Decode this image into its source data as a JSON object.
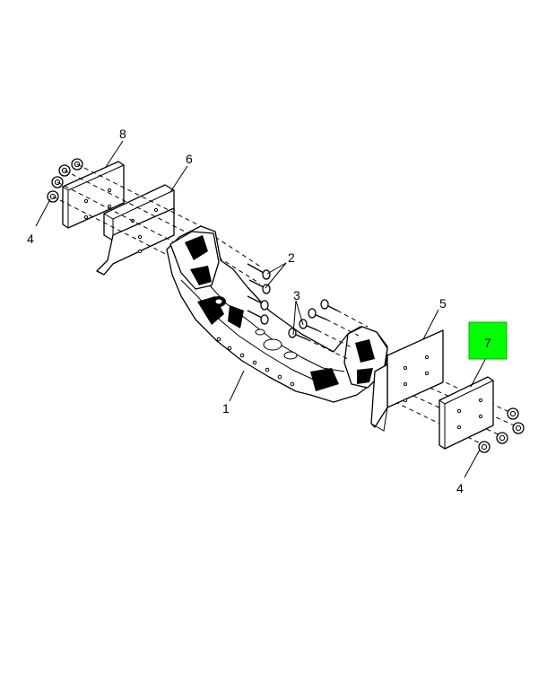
{
  "callouts": {
    "c1": "1",
    "c2": "2",
    "c3": "3",
    "c4_left": "4",
    "c4_right": "4",
    "c5": "5",
    "c6": "6",
    "c7": "7",
    "c8": "8"
  },
  "colors": {
    "highlight": "#00ff00",
    "line": "#000000",
    "background": "#ffffff"
  }
}
